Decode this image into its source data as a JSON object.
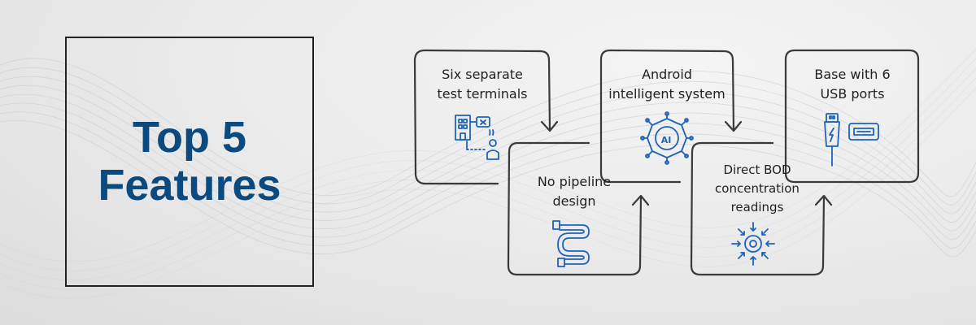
{
  "title": {
    "line1": "Top 5",
    "line2": "Features"
  },
  "features": [
    {
      "line1": "Six separate",
      "line2": "test terminals"
    },
    {
      "line1": "No pipeline",
      "line2": "design"
    },
    {
      "line1": "Android",
      "line2": "intelligent system",
      "icon_text": "AI"
    },
    {
      "line1": "Direct BOD",
      "line2": "concentration",
      "line3": "readings"
    },
    {
      "line1": "Base with 6",
      "line2": "USB ports"
    }
  ],
  "colors": {
    "title": "#0b4a7e",
    "icon": "#1e63b8",
    "outline": "#3a3a3a",
    "background": "#e9e9e9"
  },
  "icons": [
    "building-person-icon",
    "pipeline-icon",
    "ai-chip-icon",
    "target-arrows-icon",
    "usb-icon"
  ]
}
